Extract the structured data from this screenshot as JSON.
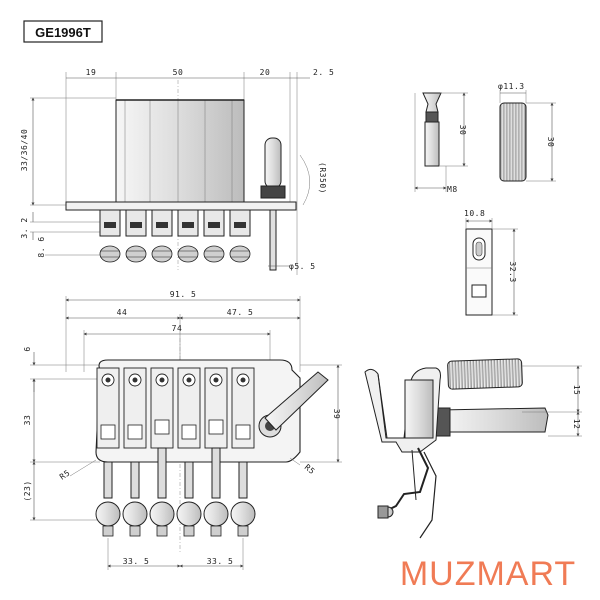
{
  "model": "GE1996T",
  "brand": {
    "text": "MUZMART",
    "color": "#f07b55"
  },
  "colors": {
    "metal": "#ececec",
    "dark": "#1a1a1a",
    "line": "#555555"
  },
  "side_view": {
    "top_dims": [
      "19",
      "50",
      "20",
      "2. 5"
    ],
    "height_dim": "33/36/40",
    "small_dims": [
      "3. 2",
      "8. 6"
    ],
    "radius": "(R350)",
    "post_dia": "φ5. 5"
  },
  "arm_tip": {
    "height": "30",
    "thread": "M8"
  },
  "arm_sleeve": {
    "dia": "φ11.3",
    "height": "30"
  },
  "insert": {
    "width": "10.8",
    "height": "32.3"
  },
  "top_view": {
    "total": "91. 5",
    "left": "44",
    "right": "47. 5",
    "inner": "74",
    "top_offset": "6",
    "mid": "33",
    "bottom": "(23)",
    "radius_left": "R5",
    "radius_right": "R5",
    "right_height": "39",
    "spacing_left": "33. 5",
    "spacing_right": "33. 5"
  },
  "profile_view": {
    "dim_upper": "15",
    "dim_lower": "12"
  }
}
